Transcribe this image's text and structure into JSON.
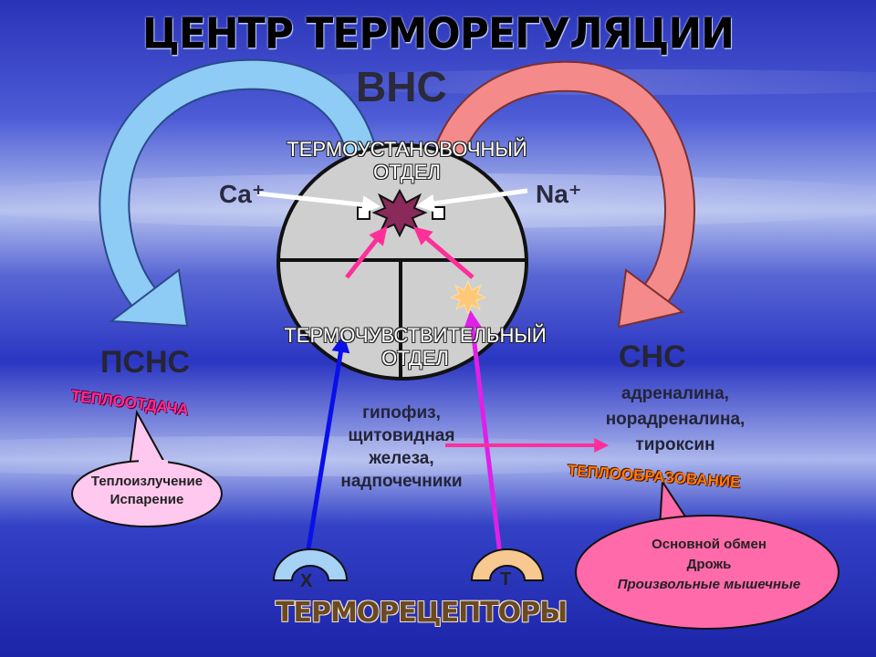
{
  "title": "ЦЕНТР ТЕРМОРЕГУЛЯЦИИ",
  "center": {
    "label": "ВНС",
    "left_ion": "Ca⁺",
    "right_ion": "Na⁺",
    "setpoint_dept": [
      "ТЕРМОУСТАНОВОЧНЫЙ",
      "ОТДЕЛ"
    ],
    "sensitive_dept": [
      "ТЕРМОЧУВСТВИТЕЛЬНЫЙ",
      "ОТДЕЛ"
    ]
  },
  "left_branch": {
    "label": "ПСНС",
    "process": "ТЕПЛООТДАЧА",
    "methods": [
      "Теплоизлучение",
      "Испарение"
    ],
    "color": "#8ecbf5"
  },
  "right_branch": {
    "label": "СНС",
    "hormones": [
      "адреналина,",
      "норадреналина,",
      "тироксин"
    ],
    "process": "ТЕПЛООБРАЗОВАНИЕ",
    "methods": [
      "Основной обмен",
      "Дрожь",
      "Произвольные мышечные"
    ],
    "color": "#f58a8a"
  },
  "glands": [
    "гипофиз,",
    "щитовидная",
    "железа,",
    "надпочечники"
  ],
  "receptors": {
    "label": "ТЕРМОРЕЦЕПТОРЫ",
    "cold": "Х",
    "warm": "Т"
  }
}
